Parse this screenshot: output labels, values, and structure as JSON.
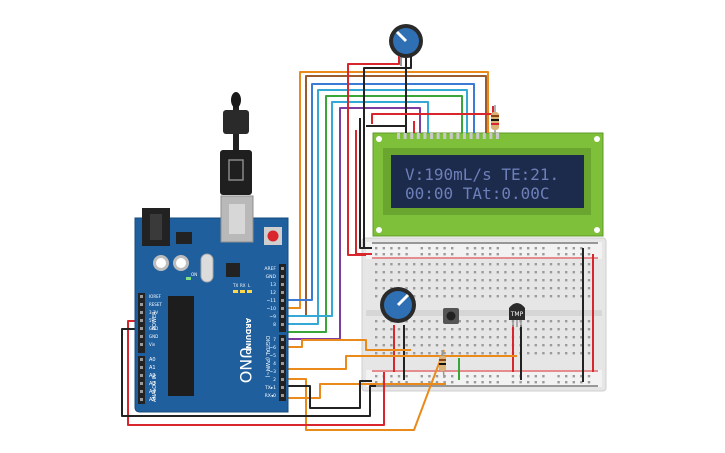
{
  "lcd": {
    "line1": "V:190mL/s TE:21.",
    "line2": "00:00 TAt:0.00C"
  },
  "arduino": {
    "brand": "ARDUINO",
    "model": "UNO",
    "on_label": "ON",
    "tx_label": "TX",
    "rx_label": "RX",
    "l_label": "L",
    "power_label": "POWER",
    "analog_label": "ANALOG IN",
    "digital_label": "DIGITAL (PWM~)",
    "power_pins": [
      "IOREF",
      "RESET",
      "3.3V",
      "5V",
      "GND",
      "GND",
      "Vin"
    ],
    "analog_pins": [
      "A0",
      "A1",
      "A2",
      "A3",
      "A4",
      "A5"
    ],
    "digital_top_pins": [
      "AREF",
      "GND",
      "13",
      "12",
      "~11",
      "~10",
      "~9",
      "8"
    ],
    "digital_bottom_pins": [
      "7",
      "~6",
      "~5",
      "4",
      "~3",
      "2",
      "TX▸1",
      "RX◂0"
    ]
  },
  "sensor": {
    "label": "TMP"
  },
  "colors": {
    "board": "#1f5f9e",
    "lcd_pcb": "#7ec03a",
    "lcd_screen": "#1c2a4c",
    "lcd_text": "#6d7fb8",
    "breadboard": "#e7e7e7",
    "wire_red": "#d8262c",
    "wire_black": "#222222",
    "wire_orange": "#e98a1a",
    "wire_green": "#3aa637",
    "wire_blue": "#3b7bd6",
    "wire_cyan": "#35a9d6",
    "wire_purple": "#7d3ca0",
    "wire_brown": "#9a5b2e"
  }
}
